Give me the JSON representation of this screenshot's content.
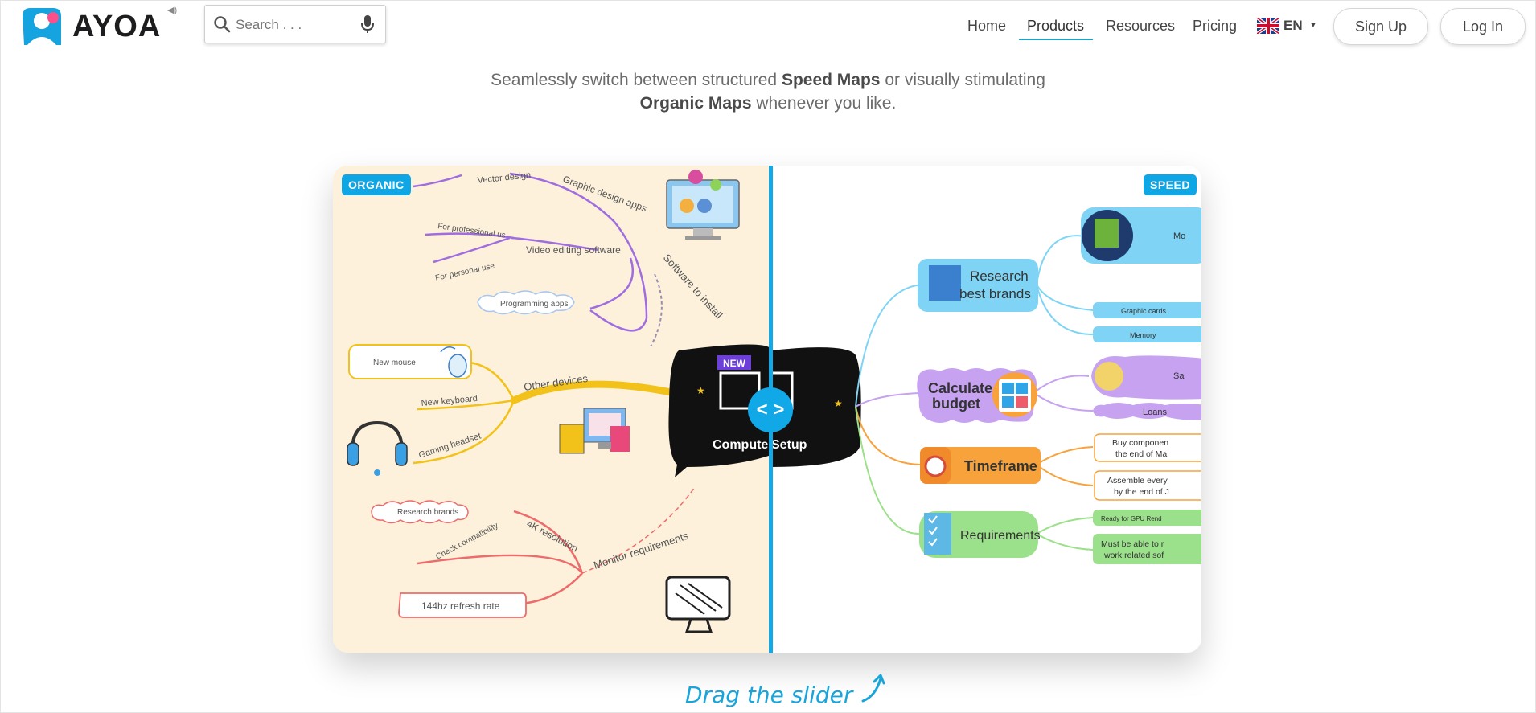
{
  "header": {
    "brand": "AYOA",
    "search_placeholder": "Search . . .",
    "nav": [
      "Home",
      "Products",
      "Resources",
      "Pricing"
    ],
    "active_nav": "Products",
    "language": "EN",
    "signup": "Sign Up",
    "login": "Log In"
  },
  "intro": {
    "line1_a": "Seamlessly switch between structured ",
    "line1_b": "Speed Maps",
    "line1_c": " or visually stimulating",
    "line2_a": "Organic Maps",
    "line2_b": " whenever you like."
  },
  "comparison": {
    "organic_badge": "ORGANIC",
    "speed_badge": "SPEED",
    "central_title": "Computer Setup",
    "central_badge": "NEW",
    "organic": {
      "branches": [
        "Graphic design apps",
        "Software to install",
        "Other devices",
        "Monitor requirements"
      ],
      "leaves": [
        "Vector design",
        "For professional us",
        "Video editing software",
        "For personal use",
        "Programming apps",
        "New mouse",
        "New keyboard",
        "Gaming headset",
        "Research brands",
        "4K resolution",
        "Check compatibility",
        "144hz refresh rate"
      ]
    },
    "speed": {
      "branches": [
        "Research best brands",
        "Calculate budget",
        "Timeframe",
        "Requirements"
      ],
      "leaves": [
        "Mo",
        "Graphic cards",
        "Memory",
        "Sa",
        "Loans",
        "Buy componen the end of Ma",
        "Assemble every by the end of J",
        "Ready for GPU Rend",
        "Must be able to r work related sof"
      ]
    },
    "drag_hint": "Drag the slider"
  },
  "colors": {
    "accent": "#1fa3c4",
    "slider": "#12a9e8",
    "organic_bg": "#fdf1db",
    "purple": "#a06de0",
    "yellow": "#f2c21a",
    "red": "#ee6b6b",
    "speed_blue": "#7fd4f5",
    "speed_purple": "#c7a2f0",
    "speed_orange": "#f7a23b",
    "speed_green": "#9be08a"
  }
}
